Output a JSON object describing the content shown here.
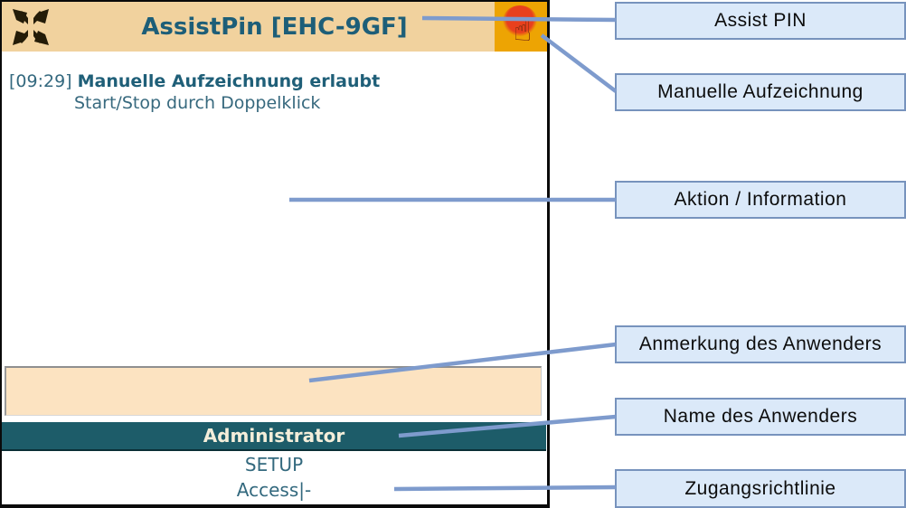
{
  "window": {
    "title": "AssistPin [EHC-9GF]",
    "title_bar_color": "#f1d29e",
    "title_text_color": "#1d5e78",
    "touch_button_color": "#eda403",
    "touch_icon_glyph": "☝",
    "log": {
      "timestamp": "[09:29]",
      "message": "Manuelle Aufzeichnung erlaubt",
      "detail": "Start/Stop durch Doppelklick"
    },
    "note_field": {
      "value": "",
      "background": "#fce3c1"
    },
    "user_bar": {
      "label": "Administrator",
      "background": "#1d5c69",
      "text_color": "#f4eeda"
    },
    "profile": "SETUP",
    "access_policy": "Access|-"
  },
  "callouts": [
    {
      "label": "Assist PIN"
    },
    {
      "label": "Manuelle Aufzeichnung"
    },
    {
      "label": "Aktion / Information"
    },
    {
      "label": "Anmerkung des Anwenders"
    },
    {
      "label": "Name des Anwenders"
    },
    {
      "label": "Zugangsrichtlinie"
    }
  ],
  "callout_style": {
    "fill": "#dbe9f9",
    "border": "#7793bd",
    "line_color": "#7e9bcd"
  }
}
